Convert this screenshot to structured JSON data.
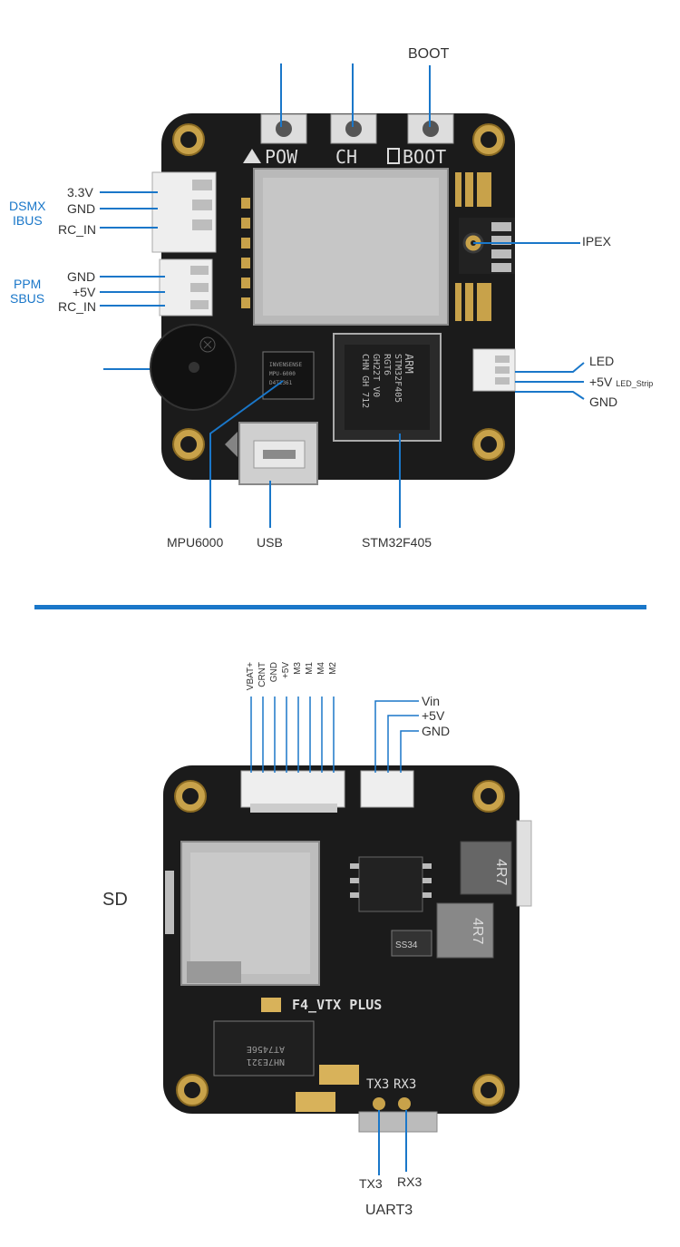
{
  "top_board": {
    "buttons": {
      "boot_label": "BOOT",
      "silk_pow": "POW",
      "silk_ch": "CH",
      "silk_boot": "BOOT"
    },
    "left_labels": {
      "group1_title_line1": "DSMX",
      "group1_title_line2": "IBUS",
      "pin_33v": "3.3V",
      "pin_gnd1": "GND",
      "pin_rcin1": "RC_IN",
      "group2_title_line1": "PPM",
      "group2_title_line2": "SBUS",
      "pin_gnd2": "GND",
      "pin_5v": "+5V",
      "pin_rcin2": "RC_IN"
    },
    "right_labels": {
      "ipex": "IPEX",
      "led": "LED",
      "led_5v": "+5V",
      "led_strip": "LED_Strip",
      "led_gnd": "GND"
    },
    "bottom_labels": {
      "mpu": "MPU6000",
      "usb": "USB",
      "mcu": "STM32F405"
    },
    "chip_text": {
      "mcu_lines": [
        "STM32F405",
        "RGT6",
        "GH22T V0",
        "CHN GH 712"
      ],
      "mcu_logo": "ARM",
      "mpu_lines": [
        "INVENSENSE",
        "MPU-6000",
        "D4T2361"
      ]
    }
  },
  "bottom_board": {
    "vertical_pins": [
      "VBAT+",
      "CRNT",
      "GND",
      "+5V",
      "M3",
      "M1",
      "M4",
      "M2"
    ],
    "power_pins": {
      "vin": "Vin",
      "plus5v": "+5V",
      "gnd": "GND"
    },
    "sd_label": "SD",
    "silk_title": "F4_VTX PLUS",
    "silk_tx3": "TX3",
    "silk_rx3": "RX3",
    "tx3": "TX3",
    "rx3": "RX3",
    "uart": "UART3",
    "chip_text": {
      "inductor1": "4R7",
      "inductor2": "4R7",
      "diode": "SS34",
      "ic1": "AT7456E",
      "ic1_sub": "NH7E321"
    }
  },
  "colors": {
    "accent": "#1a77c9",
    "pcb": "#1a1a1a",
    "gold": "#c8a24a",
    "shield": "#b9b9b9"
  }
}
